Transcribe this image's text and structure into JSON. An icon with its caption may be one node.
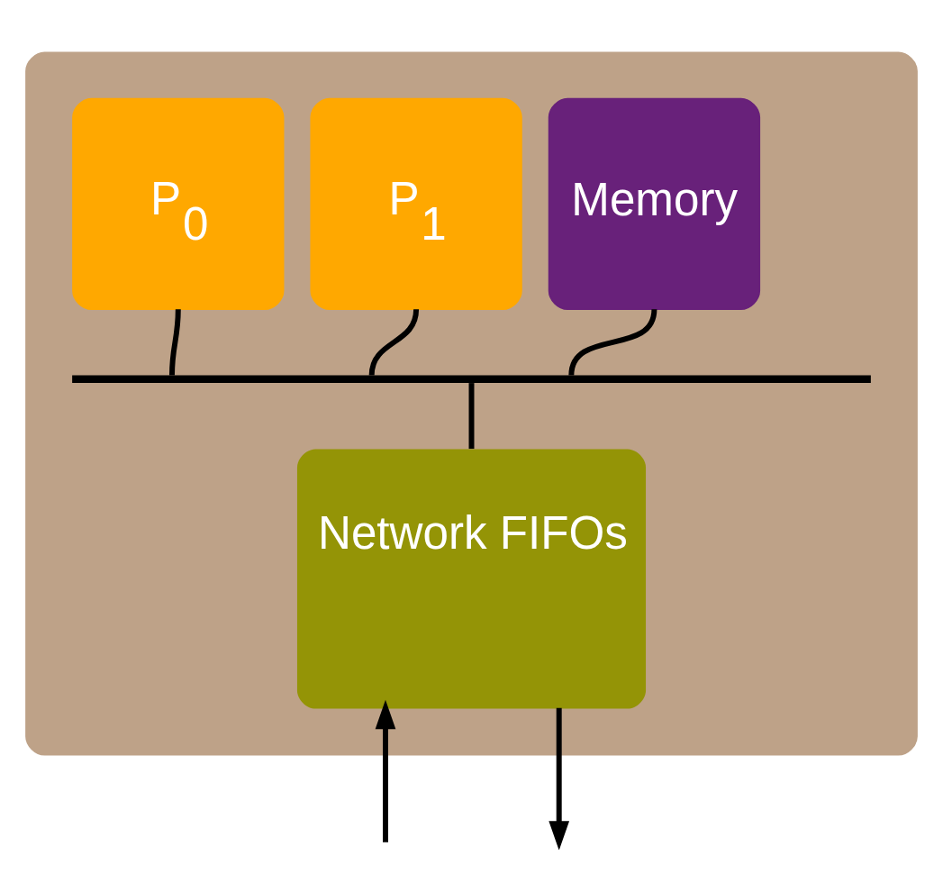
{
  "diagram": {
    "nodes": [
      {
        "text": [],
        "shape": "box"
      },
      {
        "text": [
          "P$_{0}$"
        ],
        "in": 0
      },
      {
        "text": [
          "P$_{1}$"
        ],
        "in": 0
      },
      {
        "text": [
          "Memory"
        ],
        "in": 0
      },
      {
        "text": [],
        "shape": "bar",
        "in": 0
      },
      {
        "text": [
          "Network FIFOs"
        ],
        "in": 0
      }
    ],
    "edges": [
      {
        "from": 1,
        "to": 4,
        "arrow": "none"
      },
      {
        "from": 2,
        "to": 4,
        "arrow": "none"
      },
      {
        "from": 3,
        "to": 4,
        "arrow": "none"
      },
      {
        "from": 4,
        "to": 5,
        "arrow": "none"
      },
      {
        "from": null,
        "to": 5,
        "arrow": "to"
      },
      {
        "from": 5,
        "to": null,
        "arrow": "to"
      }
    ]
  }
}
